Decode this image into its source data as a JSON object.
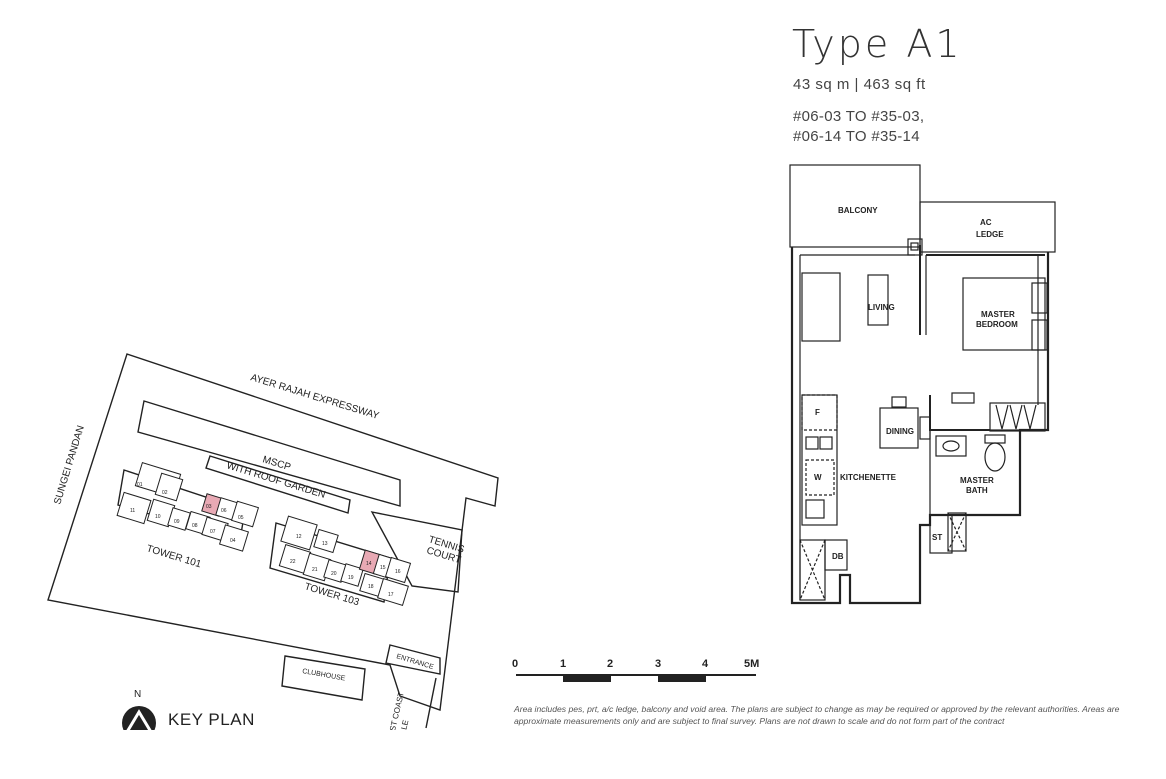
{
  "unit": {
    "title": "Type A1",
    "area": "43 sq m  |  463 sq ft",
    "range_1": "#06-03 TO #35-03,",
    "range_2": "#06-14 TO #35-14"
  },
  "floorplan": {
    "rooms": {
      "balcony": "BALCONY",
      "ac_ledge_1": "AC",
      "ac_ledge_2": "LEDGE",
      "living": "LIVING",
      "master_bedroom_1": "MASTER",
      "master_bedroom_2": "BEDROOM",
      "dining": "DINING",
      "kitchenette": "KITCHENETTE",
      "master_bath_1": "MASTER",
      "master_bath_2": "BATH",
      "store": "ST",
      "db": "DB",
      "fridge": "F",
      "washer": "W"
    }
  },
  "keyplan": {
    "label": "KEY PLAN",
    "north": "N",
    "expressway": "AYER RAJAH EXPRESSWAY",
    "river": "SUNGEI PANDAN",
    "mscp_1": "MSCP",
    "mscp_2": "WITH ROOF GARDEN",
    "tennis_1": "TENNIS",
    "tennis_2": "COURT",
    "tower_101": "TOWER 101",
    "tower_103": "TOWER 103",
    "clubhouse": "CLUBHOUSE",
    "entrance": "ENTRANCE",
    "road_1": "WEST COAST",
    "road_2": "VALE",
    "tower_101_units": [
      "01",
      "02",
      "03",
      "04",
      "05",
      "06",
      "07",
      "08",
      "09",
      "10",
      "11"
    ],
    "tower_103_units": [
      "12",
      "13",
      "14",
      "15",
      "16",
      "17",
      "18",
      "19",
      "20",
      "21",
      "22"
    ],
    "highlight_color": "#e8a9b4"
  },
  "scale_bar": {
    "ticks": [
      "0",
      "1",
      "2",
      "3",
      "4",
      "5M"
    ]
  },
  "disclaimer": "Area includes pes, prt, a/c ledge, balcony and void area. The plans are subject to change as may be required or approved by the relevant authorities. Areas are approximate measurements only and are subject to final survey. Plans are not drawn to scale and do not form part of the contract"
}
